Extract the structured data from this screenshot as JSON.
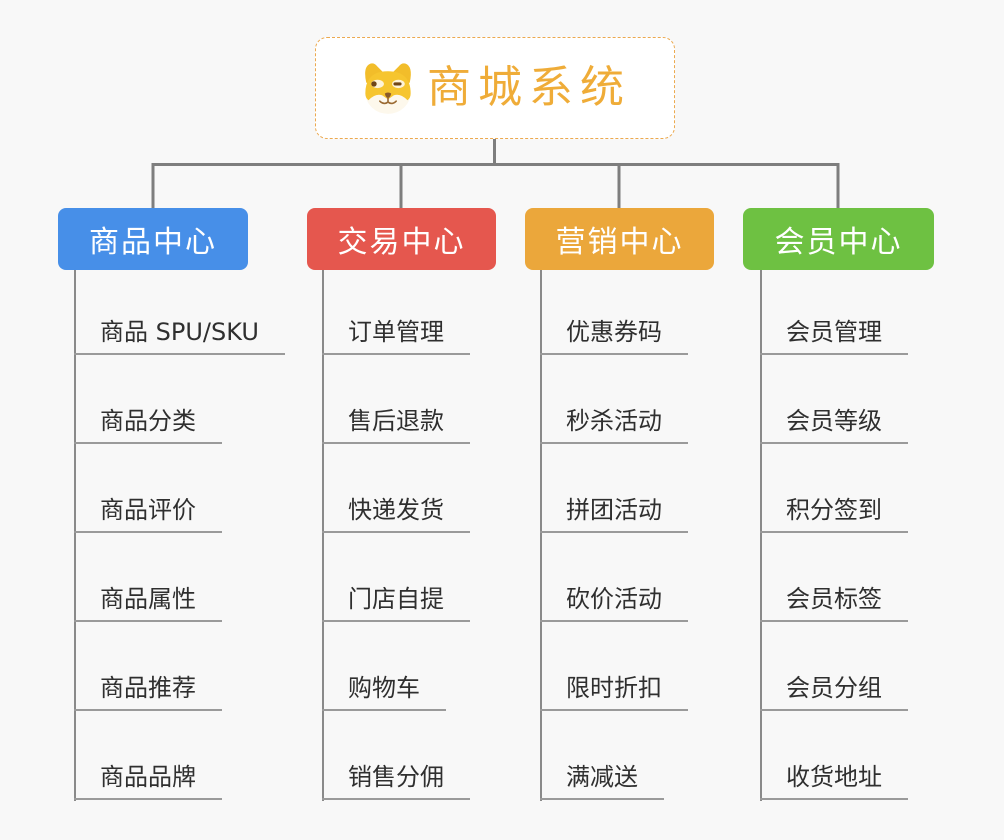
{
  "root": {
    "title": "商城系统",
    "icon": "dog-icon"
  },
  "branches": [
    {
      "label": "商品中心",
      "color": "#478fe8",
      "items": [
        "商品 SPU/SKU",
        "商品分类",
        "商品评价",
        "商品属性",
        "商品推荐",
        "商品品牌"
      ]
    },
    {
      "label": "交易中心",
      "color": "#e5574e",
      "items": [
        "订单管理",
        "售后退款",
        "快递发货",
        "门店自提",
        "购物车",
        "销售分佣"
      ]
    },
    {
      "label": "营销中心",
      "color": "#eba73b",
      "items": [
        "优惠券码",
        "秒杀活动",
        "拼团活动",
        "砍价活动",
        "限时折扣",
        "满减送"
      ]
    },
    {
      "label": "会员中心",
      "color": "#6ec142",
      "items": [
        "会员管理",
        "会员等级",
        "积分签到",
        "会员标签",
        "会员分组",
        "收货地址"
      ]
    }
  ],
  "style": {
    "background": "#f8f8f8",
    "connector_color": "#7e7e7e",
    "leaf_line_color": "#9a9a9a",
    "leaf_text_color": "#2f2f2f",
    "root_text_color": "#efac38",
    "root_border_color": "#eca94f"
  }
}
